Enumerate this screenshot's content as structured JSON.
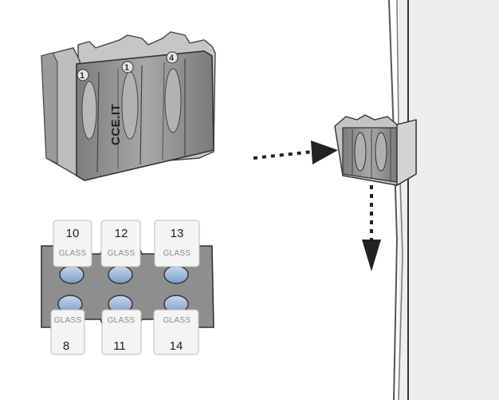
{
  "brand": "CCE.IT",
  "clip_slot_labels": [
    "1",
    "1",
    "4"
  ],
  "glass_tab_label": "GLASS",
  "top_tabs": [
    "10",
    "12",
    "13"
  ],
  "bottom_tabs": [
    "8",
    "11",
    "14"
  ],
  "colors": {
    "clip_gray": "#8c8c8c",
    "ring_blue": "#9fb8da",
    "arrow": "#222222",
    "panel_edge": "#d9d9d9"
  }
}
